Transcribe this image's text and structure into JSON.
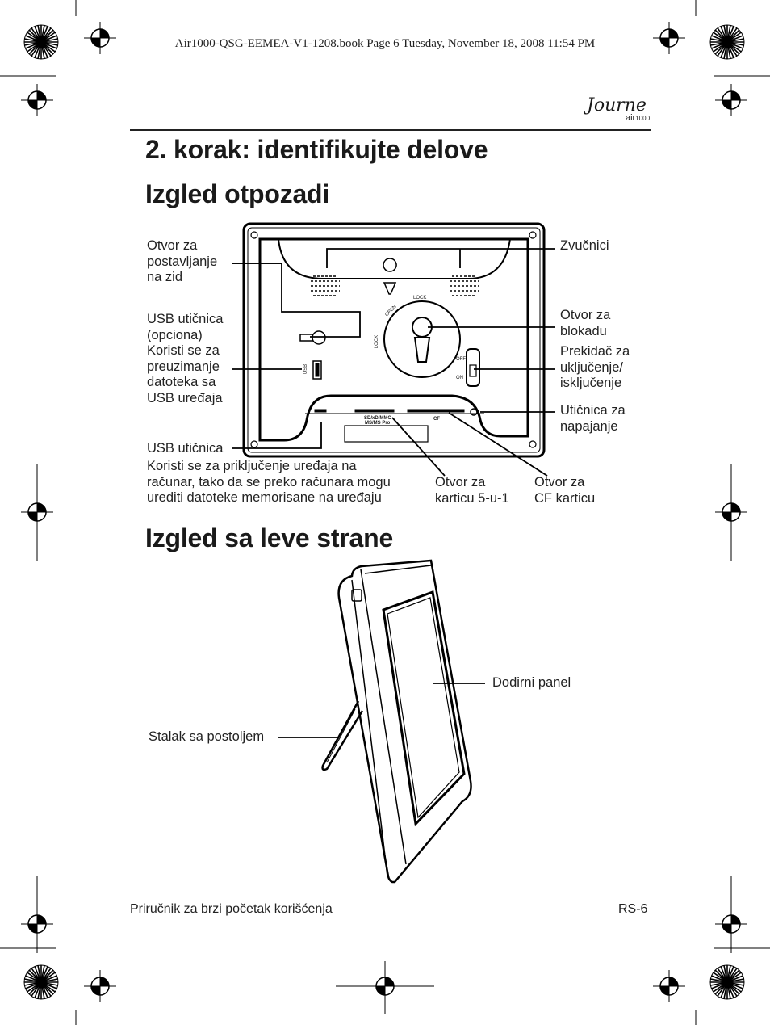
{
  "print_header": "Air1000-QSG-EEMEA-V1-1208.book  Page 6  Tuesday, November 18, 2008  11:54 PM",
  "logo": {
    "script": "Journe",
    "sub": "air",
    "model": "1000"
  },
  "titles": {
    "main": "2. korak: identifikujte delove",
    "rear": "Izgled otpozadi",
    "left": "Izgled sa leve strane"
  },
  "rear_labels": {
    "wall_mount": "Otvor za\npostavljanje\nna zid",
    "usb_optional": "USB utičnica\n(opciona)\nKoristi se za\npreuzimanje\ndatoteka sa\nUSB uređaja",
    "usb_port_title": "USB utičnica",
    "usb_port_desc": "Koristi se za priključenje uređaja na\nračunar, tako da se preko računara mogu\nurediti datoteke memorisane na uređaju",
    "speakers": "Zvučnici",
    "lock_slot": "Otvor za\nblokadu",
    "power_switch": "Prekidač za\nuključenje/\nisključenje",
    "power_jack": "Utičnica za\nnapajanje",
    "slot_5in1": "Otvor za\nkarticu 5-u-1",
    "slot_cf": "Otvor za\nCF karticu"
  },
  "device_text": {
    "lock_top": "LOCK",
    "open": "OPEN",
    "lock_side": "LOCK",
    "off": "OFF",
    "on": "ON",
    "usb": "USB",
    "sd_label": "SD/xD/MMC",
    "ms_label": "MS/MS Pro",
    "cf_label": "CF"
  },
  "side_labels": {
    "touch_panel": "Dodirni panel",
    "stand": "Stalak sa postoljem"
  },
  "footer": {
    "left": "Priručnik za brzi početak korišćenja",
    "right": "RS-6"
  }
}
